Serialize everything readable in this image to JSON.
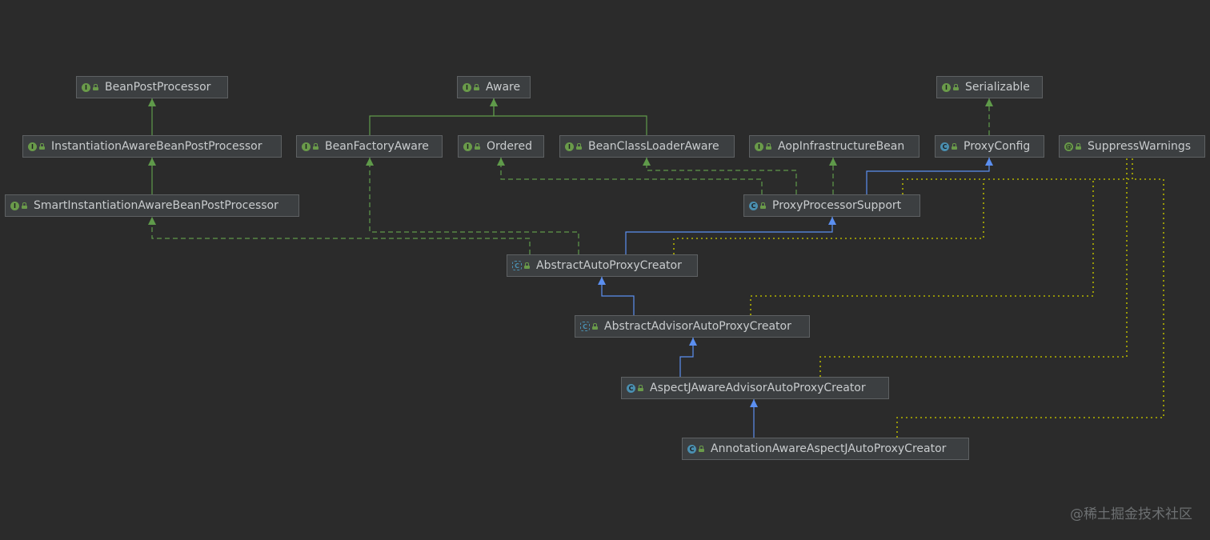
{
  "diagram": {
    "title": "",
    "nodes": [
      {
        "id": "beanpostprocessor",
        "label": "BeanPostProcessor",
        "kind": "interface"
      },
      {
        "id": "aware",
        "label": "Aware",
        "kind": "interface"
      },
      {
        "id": "serializable",
        "label": "Serializable",
        "kind": "interface"
      },
      {
        "id": "instantiationaware",
        "label": "InstantiationAwareBeanPostProcessor",
        "kind": "interface"
      },
      {
        "id": "beanfactoryaware",
        "label": "BeanFactoryAware",
        "kind": "interface"
      },
      {
        "id": "ordered",
        "label": "Ordered",
        "kind": "interface"
      },
      {
        "id": "beanclassloaderaware",
        "label": "BeanClassLoaderAware",
        "kind": "interface"
      },
      {
        "id": "aopinfrastructurebean",
        "label": "AopInfrastructureBean",
        "kind": "interface"
      },
      {
        "id": "proxyconfig",
        "label": "ProxyConfig",
        "kind": "class"
      },
      {
        "id": "suppresswarnings",
        "label": "SuppressWarnings",
        "kind": "annotation"
      },
      {
        "id": "smartinstantiationaware",
        "label": "SmartInstantiationAwareBeanPostProcessor",
        "kind": "interface"
      },
      {
        "id": "proxyprocessorsupport",
        "label": "ProxyProcessorSupport",
        "kind": "class"
      },
      {
        "id": "abstractautoproxycreator",
        "label": "AbstractAutoProxyCreator",
        "kind": "abstract"
      },
      {
        "id": "abstractadvisorautoproxycreator",
        "label": "AbstractAdvisorAutoProxyCreator",
        "kind": "abstract"
      },
      {
        "id": "aspectjawareadvisorautoproxycreator",
        "label": "AspectJAwareAdvisorAutoProxyCreator",
        "kind": "class"
      },
      {
        "id": "annotationawareaspectjautoproxycreator",
        "label": "AnnotationAwareAspectJAutoProxyCreator",
        "kind": "class"
      }
    ],
    "edges": [
      {
        "from": "instantiationaware",
        "to": "beanpostprocessor",
        "type": "extends-interface"
      },
      {
        "from": "smartinstantiationaware",
        "to": "instantiationaware",
        "type": "extends-interface"
      },
      {
        "from": "beanfactoryaware",
        "to": "aware",
        "type": "extends-interface"
      },
      {
        "from": "beanclassloaderaware",
        "to": "aware",
        "type": "extends-interface"
      },
      {
        "from": "proxyconfig",
        "to": "serializable",
        "type": "implements"
      },
      {
        "from": "proxyprocessorsupport",
        "to": "proxyconfig",
        "type": "extends-class"
      },
      {
        "from": "proxyprocessorsupport",
        "to": "ordered",
        "type": "implements"
      },
      {
        "from": "proxyprocessorsupport",
        "to": "beanclassloaderaware",
        "type": "implements"
      },
      {
        "from": "proxyprocessorsupport",
        "to": "aopinfrastructurebean",
        "type": "implements"
      },
      {
        "from": "abstractautoproxycreator",
        "to": "proxyprocessorsupport",
        "type": "extends-class"
      },
      {
        "from": "abstractautoproxycreator",
        "to": "smartinstantiationaware",
        "type": "implements"
      },
      {
        "from": "abstractautoproxycreator",
        "to": "beanfactoryaware",
        "type": "implements"
      },
      {
        "from": "abstractadvisorautoproxycreator",
        "to": "abstractautoproxycreator",
        "type": "extends-class"
      },
      {
        "from": "aspectjawareadvisorautoproxycreator",
        "to": "abstractadvisorautoproxycreator",
        "type": "extends-class"
      },
      {
        "from": "annotationawareaspectjautoproxycreator",
        "to": "aspectjawareadvisorautoproxycreator",
        "type": "extends-class"
      },
      {
        "from": "proxyconfig",
        "to": "suppresswarnings",
        "type": "annotated"
      },
      {
        "from": "abstractautoproxycreator",
        "to": "suppresswarnings",
        "type": "annotated"
      },
      {
        "from": "abstractadvisorautoproxycreator",
        "to": "suppresswarnings",
        "type": "annotated"
      },
      {
        "from": "aspectjawareadvisorautoproxycreator",
        "to": "suppresswarnings",
        "type": "annotated"
      },
      {
        "from": "annotationawareaspectjautoproxycreator",
        "to": "suppresswarnings",
        "type": "annotated"
      }
    ]
  },
  "colors": {
    "background": "#2b2b2b",
    "extends_interface": "#5f9a4a",
    "implements": "#5f9a4a",
    "extends_class": "#5b8ff0",
    "annotated": "#b3b300"
  },
  "icons": {
    "interface": "interface-icon",
    "class": "class-icon",
    "abstract": "abstract-class-icon",
    "annotation": "annotation-icon",
    "visibility": "public-lock-icon"
  },
  "watermark": "@稀土掘金技术社区"
}
